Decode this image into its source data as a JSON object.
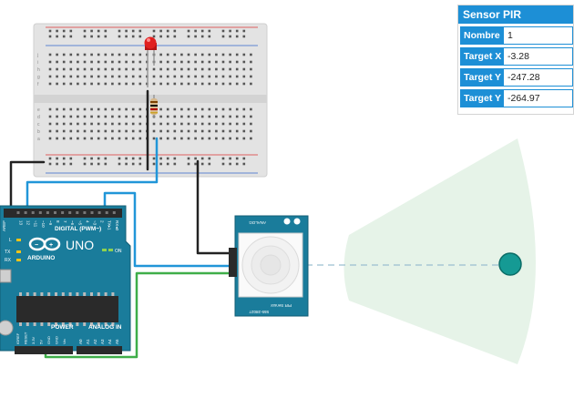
{
  "panel": {
    "title": "Sensor PIR",
    "rows": [
      {
        "label": "Nombre",
        "value": "1"
      },
      {
        "label": "Target X",
        "value": "-3.28"
      },
      {
        "label": "Target Y",
        "value": "-247.28"
      },
      {
        "label": "Target Y",
        "value": "-264.97"
      }
    ]
  },
  "arduino": {
    "brand": "ARDUINO",
    "model": "UNO",
    "digital_label": "DIGITAL (PWM~)",
    "power_label": "POWER",
    "analog_label": "ANALOG IN",
    "on_label": "ON",
    "tx_label": "TX",
    "rx_label": "RX",
    "l_label": "L",
    "aref_label": "AREF",
    "gnd_label": "GND",
    "digital_pins": [
      "13",
      "12",
      "~11",
      "~10",
      "~9",
      "8",
      "7",
      "~6",
      "~5",
      "4",
      "~3",
      "2",
      "TX▸1",
      "RX◂0"
    ],
    "power_pins": [
      "IOREF",
      "RESET",
      "3.3V",
      "5V",
      "GND",
      "GND",
      "Vin"
    ],
    "analog_pins": [
      "A0",
      "A1",
      "A2",
      "A3",
      "A4",
      "A5"
    ]
  },
  "pir": {
    "label_top": "ANALOG",
    "label_bottom": "PIR Sensor",
    "code": "555-28027"
  },
  "breadboard": {
    "row_letters_top": [
      "j",
      "i",
      "h",
      "g",
      "f"
    ],
    "row_letters_bottom": [
      "e",
      "d",
      "c",
      "b",
      "a"
    ],
    "columns": 30
  },
  "colors": {
    "accent": "#1d8fd6",
    "board": "#1a7c9b",
    "wire_blue": "#2196d8",
    "wire_green": "#3fae49",
    "wire_black": "#222222",
    "led": "#e0201f",
    "target": "#159a94",
    "detection_zone": "#e6f3e8"
  },
  "icons": {
    "logo": "arduino-infinity-icon",
    "target": "target-circle-icon"
  }
}
